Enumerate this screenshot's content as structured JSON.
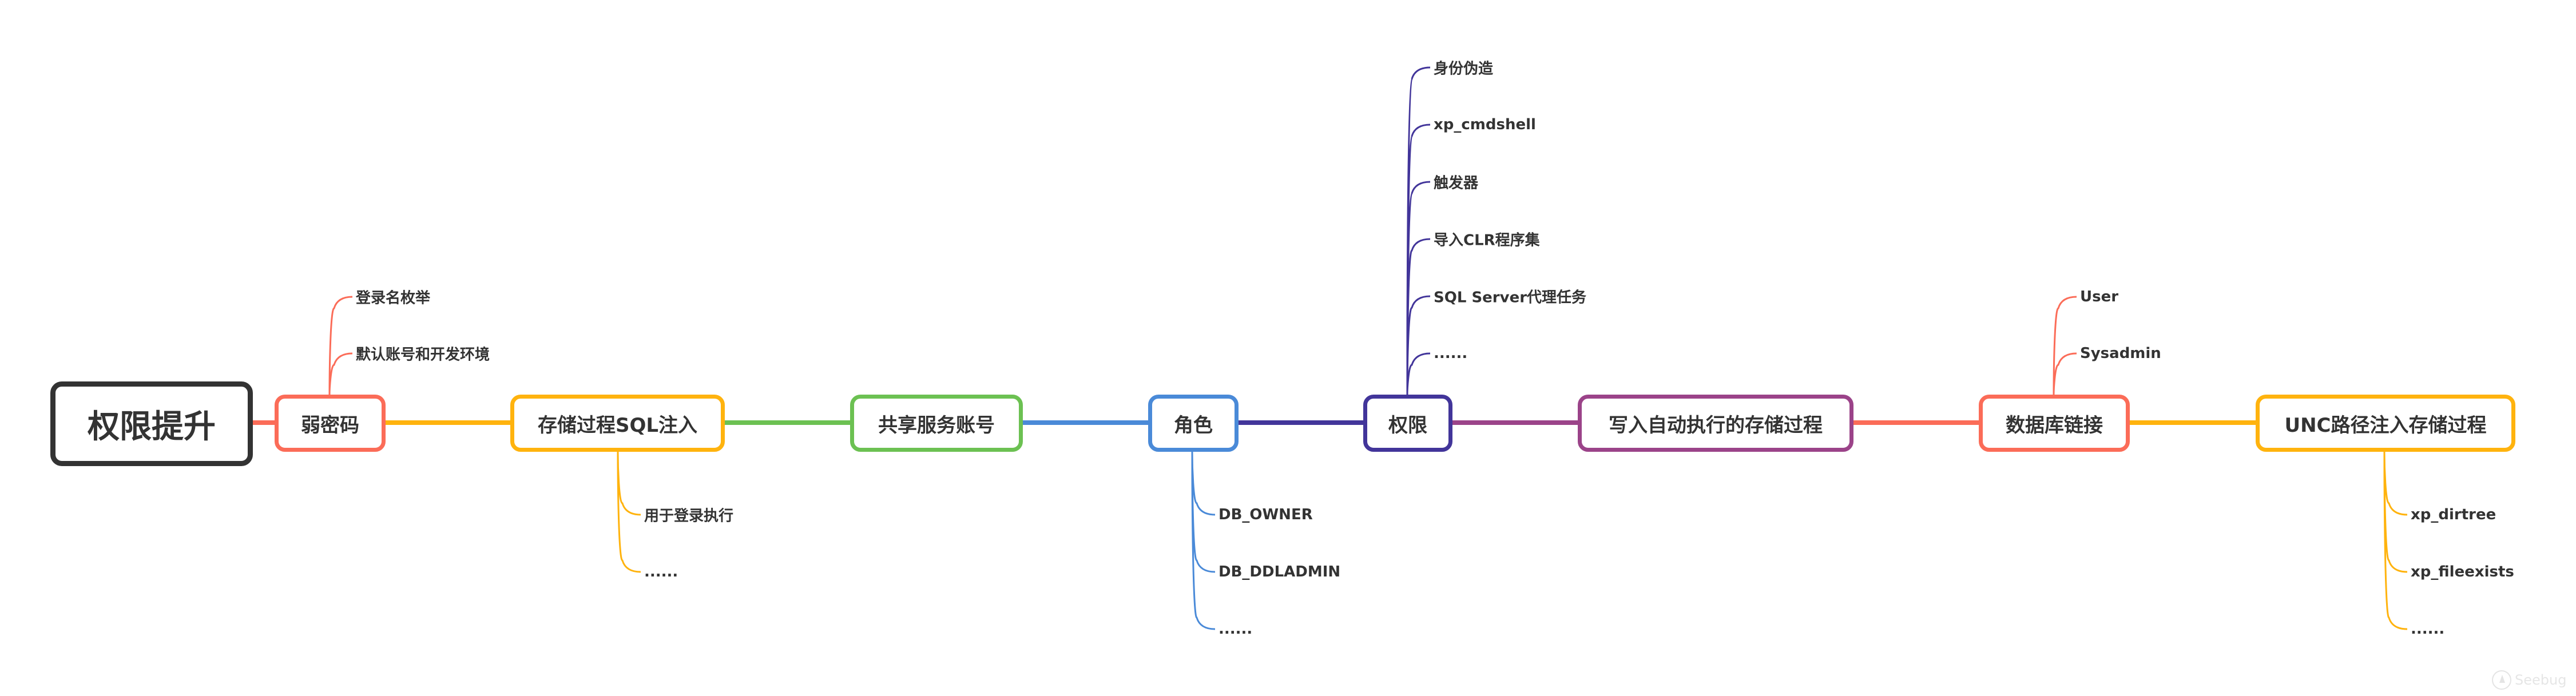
{
  "root": {
    "label": "权限提升",
    "color": "#333333"
  },
  "branches": [
    {
      "id": "weak-password",
      "label": "弱密码",
      "color": "#fb6c58",
      "leaves_side": "up",
      "leaves": [
        "登录名枚举",
        "默认账号和开发环境"
      ]
    },
    {
      "id": "sp-sql-injection",
      "label": "存储过程SQL注入",
      "color": "#ffb30e",
      "leaves_side": "down",
      "leaves": [
        "用于登录执行",
        "......"
      ]
    },
    {
      "id": "shared-service-account",
      "label": "共享服务账号",
      "color": "#6cc152",
      "leaves_side": "none",
      "leaves": []
    },
    {
      "id": "role",
      "label": "角色",
      "color": "#4a8ad8",
      "leaves_side": "down",
      "leaves": [
        "DB_OWNER",
        "DB_DDLADMIN",
        "......"
      ]
    },
    {
      "id": "permission",
      "label": "权限",
      "color": "#42359a",
      "leaves_side": "up",
      "leaves": [
        "身份伪造",
        "xp_cmdshell",
        "触发器",
        "导入CLR程序集",
        "SQL Server代理任务",
        "......"
      ]
    },
    {
      "id": "autoexec-sp",
      "label": "写入自动执行的存储过程",
      "color": "#9b4389",
      "leaves_side": "none",
      "leaves": []
    },
    {
      "id": "db-link",
      "label": "数据库链接",
      "color": "#fb6c58",
      "leaves_side": "up",
      "leaves": [
        "User",
        "Sysadmin"
      ]
    },
    {
      "id": "unc-path-sp",
      "label": "UNC路径注入存储过程",
      "color": "#ffb30e",
      "leaves_side": "down",
      "leaves": [
        "xp_dirtree",
        "xp_fileexists",
        "......"
      ]
    }
  ],
  "watermark": {
    "label": "Seebug"
  }
}
